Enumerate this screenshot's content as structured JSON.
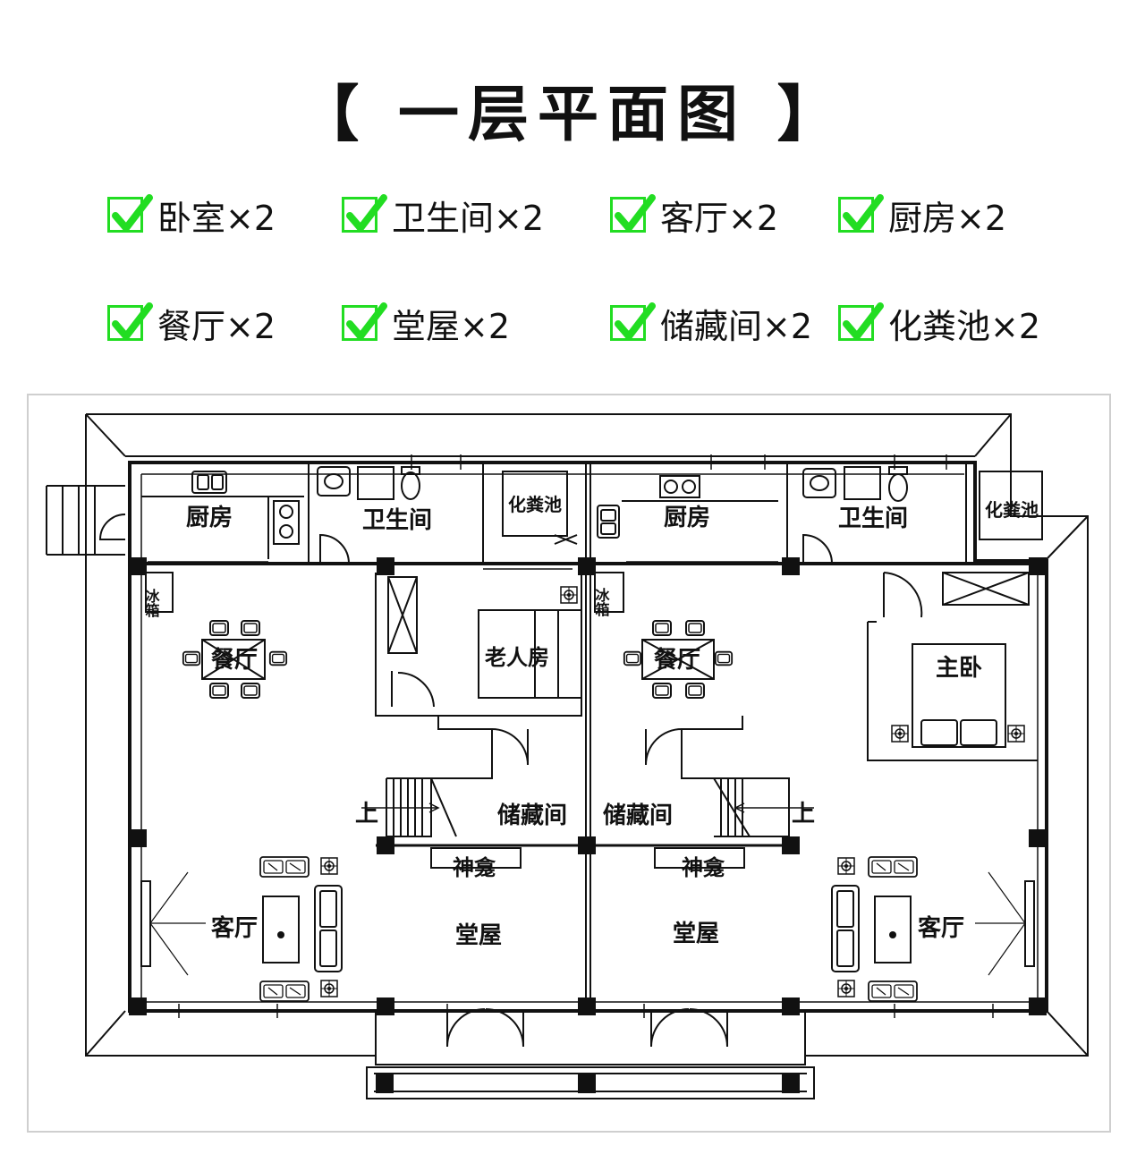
{
  "title": "【 一层平面图 】",
  "features": [
    {
      "label": "卧室×2"
    },
    {
      "label": "卫生间×2"
    },
    {
      "label": "客厅×2"
    },
    {
      "label": "厨房×2"
    },
    {
      "label": "餐厅×2"
    },
    {
      "label": "堂屋×2"
    },
    {
      "label": "储藏间×2"
    },
    {
      "label": "化粪池×2"
    }
  ],
  "colors": {
    "check": "#22dd22",
    "line": "#111111",
    "frame": "#cfcfcf"
  },
  "rooms": {
    "kitchen_left": "厨房",
    "bath_left": "卫生间",
    "septic_left": "化粪池",
    "kitchen_right": "厨房",
    "bath_right": "卫生间",
    "septic_right": "化粪池",
    "fridge_left": "冰箱",
    "fridge_right": "冰箱",
    "dining_left": "餐厅",
    "dining_right": "餐厅",
    "elder_room": "老人房",
    "master_bed": "主卧",
    "storage_left": "储藏间",
    "storage_right": "储藏间",
    "up_left": "上",
    "up_right": "上",
    "shrine_left": "神龛",
    "shrine_right": "神龛",
    "living_left": "客厅",
    "living_right": "客厅",
    "hall_left": "堂屋",
    "hall_right": "堂屋"
  }
}
